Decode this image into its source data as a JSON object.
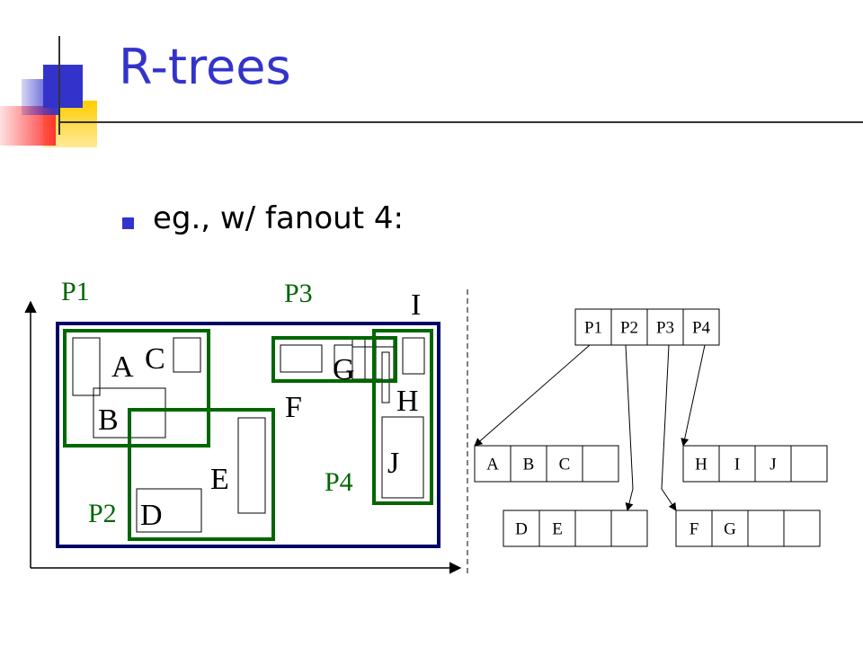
{
  "slide": {
    "title": "R-trees",
    "bullet": "eg., w/ fanout 4:"
  },
  "colors": {
    "title": "#3333cc",
    "bullet": "#3333cc",
    "space_border": "#000066",
    "group_border": "#006600",
    "group_label": "#006600",
    "deco_blue": "#3333cc",
    "deco_red": "#ff3333",
    "deco_yellow": "#ffcc00"
  },
  "spatial": {
    "group_labels": {
      "p1": "P1",
      "p2": "P2",
      "p3": "P3",
      "p4": "P4"
    },
    "object_labels": {
      "a": "A",
      "b": "B",
      "c": "C",
      "d": "D",
      "e": "E",
      "f": "F",
      "g": "G",
      "h": "H",
      "i": "I",
      "j": "J"
    }
  },
  "tree": {
    "root": [
      "P1",
      "P2",
      "P3",
      "P4"
    ],
    "leaf_p1": [
      "A",
      "B",
      "C",
      ""
    ],
    "leaf_p2": [
      "D",
      "E",
      "",
      ""
    ],
    "leaf_p3": [
      "F",
      "G",
      "",
      ""
    ],
    "leaf_p4": [
      "H",
      "I",
      "J",
      ""
    ]
  }
}
